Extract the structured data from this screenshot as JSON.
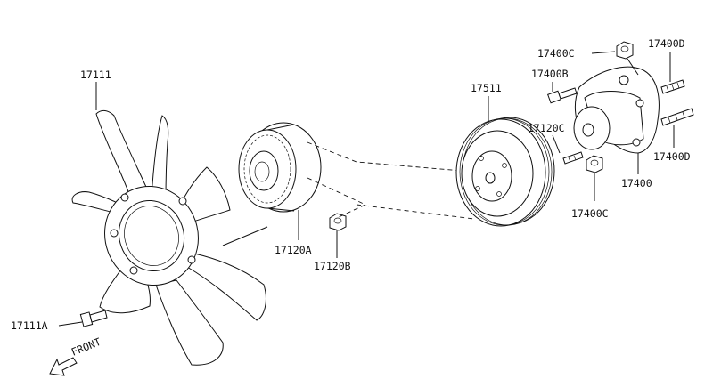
{
  "diagram": {
    "labels": {
      "fan": "17111",
      "fan_bolt": "17111A",
      "front": "FRONT",
      "fan_clutch": "17120A",
      "clutch_nut": "17120B",
      "pulley": "17511",
      "pump_nut_top": "17400C",
      "pump_bolt": "17400B",
      "pump_stud_top": "17400D",
      "pump_washer": "17120C",
      "pump_stud_right": "17400D",
      "water_pump": "17400",
      "pump_nut_bottom": "17400C"
    }
  }
}
